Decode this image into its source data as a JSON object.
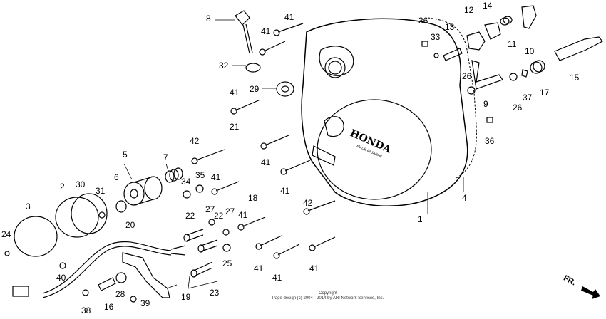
{
  "diagram": {
    "title": "Right Crankcase Cover / Oil Filter",
    "brand_mark": "HONDA",
    "brand_subtext": "MADE IN JAPAN",
    "direction_indicator": "FR.",
    "copyright": {
      "line1": "Copyright",
      "line2": "Page design (c) 2004 - 2014 by ARI Network Services, Inc."
    },
    "callouts": [
      {
        "id": "c8",
        "text": "8"
      },
      {
        "id": "c41a",
        "text": "41"
      },
      {
        "id": "c41b",
        "text": "41"
      },
      {
        "id": "c32",
        "text": "32"
      },
      {
        "id": "c29",
        "text": "29"
      },
      {
        "id": "c41c",
        "text": "41"
      },
      {
        "id": "c21",
        "text": "21"
      },
      {
        "id": "c42a",
        "text": "42"
      },
      {
        "id": "c41d",
        "text": "41"
      },
      {
        "id": "c41e",
        "text": "41"
      },
      {
        "id": "c5",
        "text": "5"
      },
      {
        "id": "c7",
        "text": "7"
      },
      {
        "id": "c6",
        "text": "6"
      },
      {
        "id": "c34",
        "text": "34"
      },
      {
        "id": "c35",
        "text": "35"
      },
      {
        "id": "c41f",
        "text": "41"
      },
      {
        "id": "c18",
        "text": "18"
      },
      {
        "id": "c2",
        "text": "2"
      },
      {
        "id": "c30",
        "text": "30"
      },
      {
        "id": "c31",
        "text": "31"
      },
      {
        "id": "c3",
        "text": "3"
      },
      {
        "id": "c24",
        "text": "24"
      },
      {
        "id": "c20",
        "text": "20"
      },
      {
        "id": "c22a",
        "text": "22"
      },
      {
        "id": "c27a",
        "text": "27"
      },
      {
        "id": "c22b",
        "text": "22"
      },
      {
        "id": "c27b",
        "text": "27"
      },
      {
        "id": "c41g",
        "text": "41"
      },
      {
        "id": "c42b",
        "text": "42"
      },
      {
        "id": "c1",
        "text": "1"
      },
      {
        "id": "c4",
        "text": "4"
      },
      {
        "id": "c40",
        "text": "40"
      },
      {
        "id": "c25",
        "text": "25"
      },
      {
        "id": "c23",
        "text": "23"
      },
      {
        "id": "c28",
        "text": "28"
      },
      {
        "id": "c19",
        "text": "19"
      },
      {
        "id": "c38",
        "text": "38"
      },
      {
        "id": "c16",
        "text": "16"
      },
      {
        "id": "c39",
        "text": "39"
      },
      {
        "id": "c41h",
        "text": "41"
      },
      {
        "id": "c41i",
        "text": "41"
      },
      {
        "id": "c41j",
        "text": "41"
      },
      {
        "id": "c36a",
        "text": "36"
      },
      {
        "id": "c33",
        "text": "33"
      },
      {
        "id": "c13",
        "text": "13"
      },
      {
        "id": "c12",
        "text": "12"
      },
      {
        "id": "c14",
        "text": "14"
      },
      {
        "id": "c11",
        "text": "11"
      },
      {
        "id": "c10",
        "text": "10"
      },
      {
        "id": "c15",
        "text": "15"
      },
      {
        "id": "c26a",
        "text": "26"
      },
      {
        "id": "c9",
        "text": "9"
      },
      {
        "id": "c26b",
        "text": "26"
      },
      {
        "id": "c37",
        "text": "37"
      },
      {
        "id": "c17",
        "text": "17"
      },
      {
        "id": "c36b",
        "text": "36"
      }
    ]
  }
}
